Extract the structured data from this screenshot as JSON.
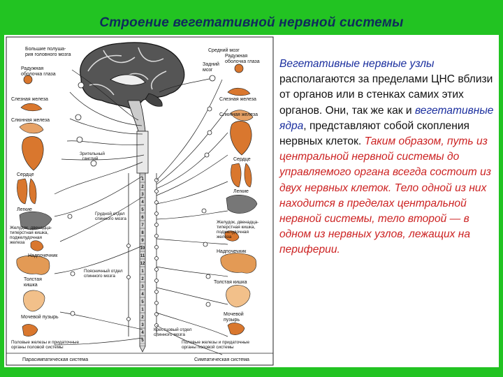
{
  "title": "Строение вегетативной нервной системы",
  "caption": {
    "term1": "Вегетативные нервные узлы",
    "text1": " располагаются за пределами ЦНС вблизи от органов или в стенках самих этих органов. Они, так же как и ",
    "term2": "вегетативные ядра",
    "text2": ", представляют собой скопления нервных клеток. ",
    "conclusion": "Таким образом, путь из центральной нервной системы до управляемого органа всегда состоит из двух нервных клеток. Тело одной из них находится в пределах центральной нервной системы, тело второй — в одном из нервных узлов, лежащих на периферии."
  },
  "diagram": {
    "left_labels": {
      "hemispheres_1": "Большие полуша-",
      "hemispheres_2": "рия головного мозга",
      "iris": "Радужная",
      "iris_2": "оболочка глаза",
      "lacrimal": "Слезная железа",
      "salivary": "Слюнная железа",
      "heart": "Сердце",
      "lungs": "Легкие",
      "stomach_1": "Желудок, двенадца-",
      "stomach_2": "типерстная кишка,",
      "stomach_3": "поджелудочная",
      "stomach_4": "железа",
      "kidney": "Надпочечник",
      "colon_1": "Толстая",
      "colon_2": "кишка",
      "bladder": "Мочевой пузырь",
      "genitals_1": "Половые железы и придаточные",
      "genitals_2": "органы половой системы"
    },
    "center_labels": {
      "midbrain": "Средний мозг",
      "hindbrain_1": "Задний",
      "hindbrain_2": "мозг",
      "vagus_1": "Зрительный",
      "vagus_2": "ганглий",
      "thoracic_1": "Грудной отдел",
      "thoracic_2": "спинного мозга",
      "lumbar_1": "Поясничный отдел",
      "lumbar_2": "спинного мозга",
      "sacral_1": "Крестцовый отдел",
      "sacral_2": "спинного мозга"
    },
    "right_labels": {
      "iris": "Радужная",
      "iris_2": "оболочка глаза",
      "lacrimal": "Слезная железа",
      "salivary": "Слюнная железа",
      "heart": "Сердце",
      "lungs": "Легкие",
      "stomach_1": "Желудок, двенадца-",
      "stomach_2": "типерстная кишка,",
      "stomach_3": "поджелудочная",
      "stomach_4": "железа",
      "kidney": "Надпочечник",
      "colon": "Толстая кишка",
      "bladder_1": "Мочевой",
      "bladder_2": "пузырь",
      "genitals_1": "Половые железы и придаточные",
      "genitals_2": "органы половой системы"
    },
    "segments": [
      "1",
      "2",
      "3",
      "4",
      "5",
      "6",
      "7",
      "8",
      "9",
      "10",
      "11",
      "12",
      "1",
      "2",
      "3",
      "4",
      "5",
      "1",
      "2",
      "3",
      "4",
      "5"
    ],
    "footer_left": "Парасимпатическая система",
    "footer_right": "Симпатическая система"
  },
  "colors": {
    "background": "#22c322",
    "title": "#0e2a5c",
    "term": "#1a2e9e",
    "conclusion": "#cc2222",
    "organ": "#d9772e"
  }
}
